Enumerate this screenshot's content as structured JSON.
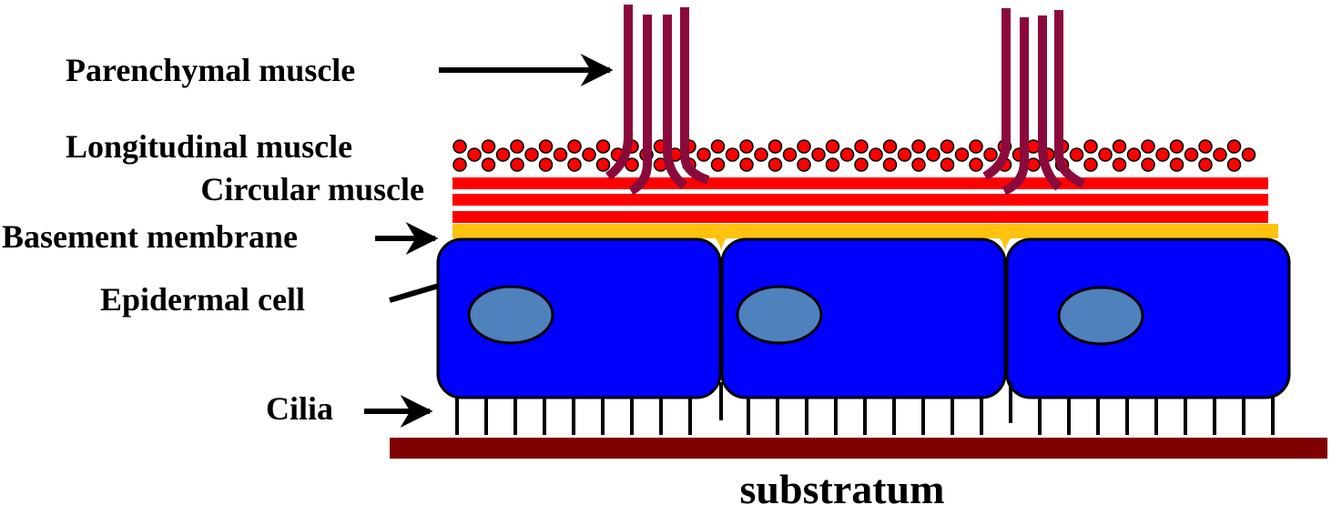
{
  "labels": {
    "parenchymal": "Parenchymal muscle",
    "longitudinal": "Longitudinal muscle",
    "circular": "Circular muscle",
    "basement": "Basement membrane",
    "epidermal": "Epidermal cell",
    "cilia": "Cilia",
    "substratum": "substratum"
  },
  "colors": {
    "parenchymal_muscle": "#8b0a3c",
    "longitudinal_muscle": "#ff0000",
    "circular_muscle": "#ff0000",
    "basement_membrane": "#ffc20e",
    "epidermal_cell": "#0000ff",
    "nucleus": "#4f81bd",
    "substratum": "#800000",
    "arrows": "#000000"
  }
}
